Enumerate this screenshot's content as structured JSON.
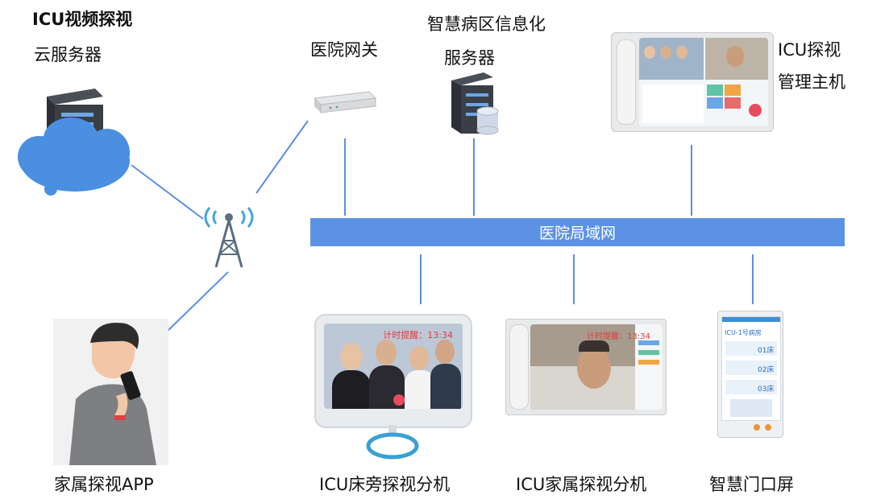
{
  "labels": {
    "cloud_server_line1": "ICU视频探视",
    "cloud_server_line2": "云服务器",
    "gateway": "医院网关",
    "ward_server_line1": "智慧病区信息化",
    "ward_server_line2": "服务器",
    "mgmt_host_line1": "ICU探视",
    "mgmt_host_line2": "管理主机",
    "lan": "医院局域网",
    "family_app": "家属探视APP",
    "bedside": "ICU床旁探视分机",
    "family_ext": "ICU家属探视分机",
    "door_screen": "智慧门口屏"
  },
  "screens": {
    "bedside_timer": "计时提醒：13:34",
    "family_timer": "计时提醒：13:34",
    "door_title": "ICU-1号病房",
    "door_rooms": [
      "01床",
      "02床",
      "03床"
    ]
  },
  "colors": {
    "link": "#5b8ee6",
    "lan_bar": "#5c92e4",
    "cloud": "#4a8fe0",
    "tower": "#5a6e80"
  },
  "icons": [
    "server-icon",
    "cloud-icon",
    "router-icon",
    "database-icon",
    "antenna-tower-icon",
    "person-phone-icon",
    "tablet-icon",
    "videophone-icon",
    "door-screen-icon"
  ]
}
